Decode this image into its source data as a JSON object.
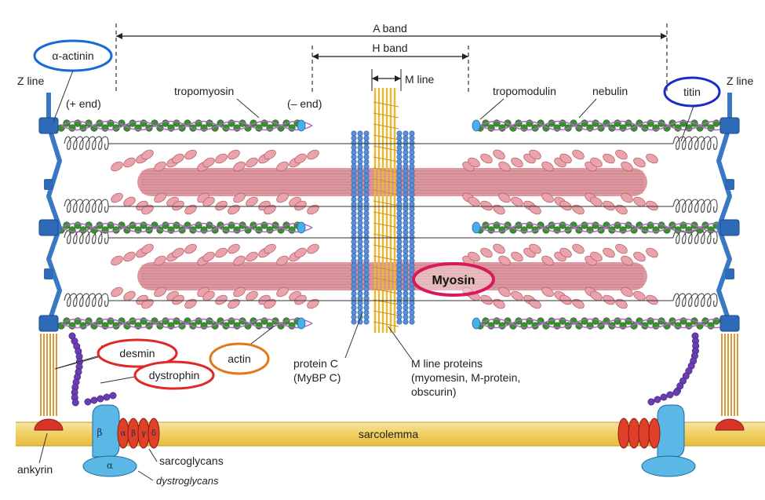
{
  "labels": {
    "a_band": "A band",
    "h_band": "H band",
    "m_line": "M line",
    "z_line_left": "Z line",
    "z_line_right": "Z line",
    "alpha_actinin": "α-actinin",
    "plus_end": "(+ end)",
    "minus_end": "(– end)",
    "tropomyosin": "tropomyosin",
    "tropomodulin": "tropomodulin",
    "nebulin": "nebulin",
    "titin": "titin",
    "myosin": "Myosin",
    "desmin": "desmin",
    "dystrophin": "dystrophin",
    "actin": "actin",
    "protein_c_line1": "protein C",
    "protein_c_line2": "(MyBP C)",
    "m_line_proteins_line1": "M line proteins",
    "m_line_proteins_line2": "(myomesin, M-protein,",
    "m_line_proteins_line3": "obscurin)",
    "sarcolemma": "sarcolemma",
    "ankyrin": "ankyrin",
    "sarcoglycans": "sarcoglycans",
    "dystroglycans": "dystroglycans",
    "beta": "β",
    "alpha": "α",
    "sg_alpha": "α",
    "sg_beta": "β",
    "sg_gamma": "γ",
    "sg_delta": "δ"
  },
  "colors": {
    "actin": "#3a8f2e",
    "tropomyosin": "#b266c8",
    "myosin": "#e0959c",
    "z_disc": "#3a78c4",
    "protein_c": "#5a8fd6",
    "m_line_proteins": "#e8b93a",
    "sarcolemma": "#f2d77a",
    "dystroglycan": "#5bb8e6",
    "sarcoglycan": "#e0402a",
    "ankyrin": "#d8342a",
    "desmin": "#6a3db0",
    "circle_blue": "#1a6ad6",
    "circle_darkblue": "#1a2ac8",
    "circle_red": "#e02828",
    "circle_orange": "#e07a18",
    "circle_pink": "#d81a5a"
  }
}
